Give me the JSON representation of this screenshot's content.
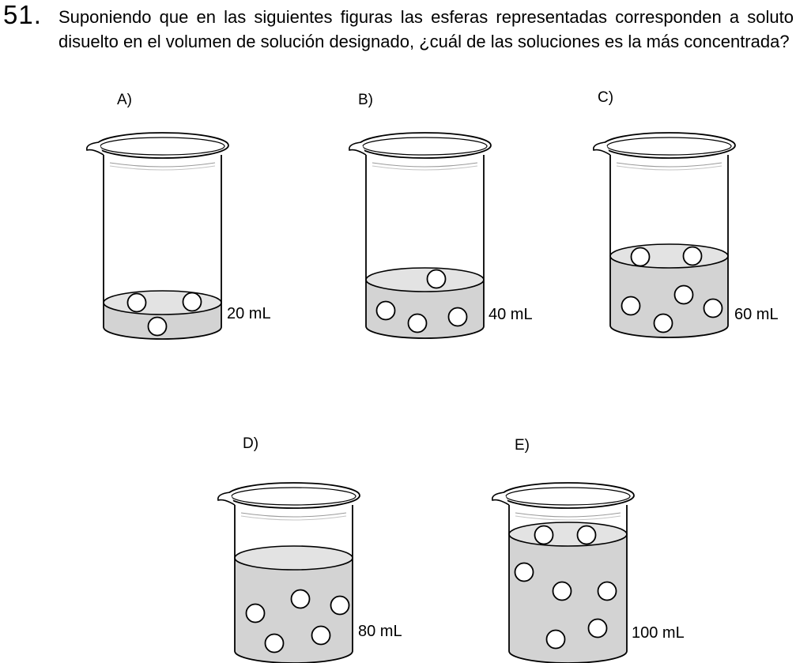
{
  "question": {
    "number": "51.",
    "text": "Suponiendo que en las siguientes figuras las esferas representadas corresponden a soluto disuelto en el volumen de solución designado, ¿cuál de las soluciones es la más concentrada?"
  },
  "options": [
    {
      "label": "A)",
      "volume": "20 mL",
      "spheres": 3
    },
    {
      "label": "B)",
      "volume": "40 mL",
      "spheres": 4
    },
    {
      "label": "C)",
      "volume": "60 mL",
      "spheres": 6
    },
    {
      "label": "D)",
      "volume": "80 mL",
      "spheres": 5
    },
    {
      "label": "E)",
      "volume": "100 mL",
      "spheres": 7
    }
  ],
  "colors": {
    "liquid": "#d3d3d3",
    "liquid_surface": "#e3e3e3",
    "outline": "#000000",
    "sphere": "#ffffff"
  }
}
